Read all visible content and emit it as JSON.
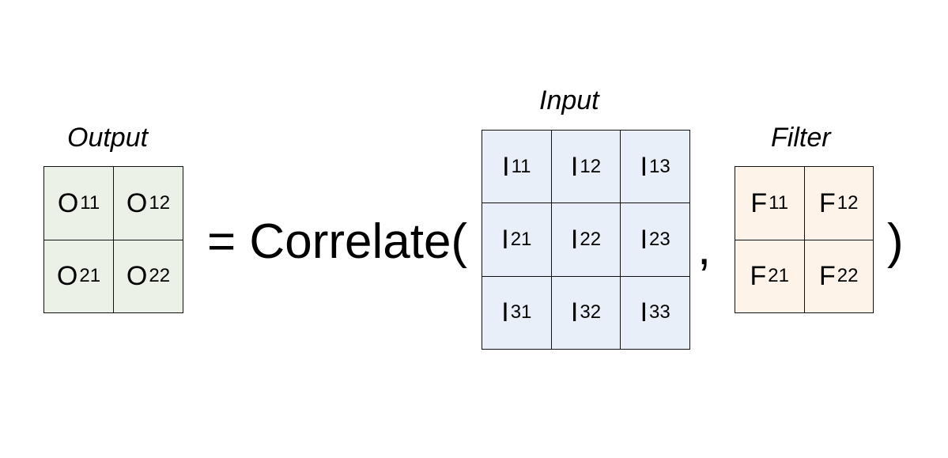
{
  "output": {
    "title": "Output",
    "cells": [
      {
        "sym": "O",
        "sub": "11"
      },
      {
        "sym": "O",
        "sub": "12"
      },
      {
        "sym": "O",
        "sub": "21"
      },
      {
        "sym": "O",
        "sub": "22"
      }
    ]
  },
  "formula": {
    "lhs_text": "= Correlate(",
    "comma": ",",
    "close": ")"
  },
  "input": {
    "title": "Input",
    "cells": [
      {
        "sym": "I",
        "sub": "11"
      },
      {
        "sym": "I",
        "sub": "12"
      },
      {
        "sym": "I",
        "sub": "13"
      },
      {
        "sym": "I",
        "sub": "21"
      },
      {
        "sym": "I",
        "sub": "22"
      },
      {
        "sym": "I",
        "sub": "23"
      },
      {
        "sym": "I",
        "sub": "31"
      },
      {
        "sym": "I",
        "sub": "32"
      },
      {
        "sym": "I",
        "sub": "33"
      }
    ]
  },
  "filter": {
    "title": "Filter",
    "cells": [
      {
        "sym": "F",
        "sub": "11"
      },
      {
        "sym": "F",
        "sub": "12"
      },
      {
        "sym": "F",
        "sub": "21"
      },
      {
        "sym": "F",
        "sub": "22"
      }
    ]
  },
  "colors": {
    "output_fill": "#ebf1e7",
    "input_fill": "#e9eff8",
    "filter_fill": "#fdf3e8",
    "grid_line": "#111111"
  }
}
